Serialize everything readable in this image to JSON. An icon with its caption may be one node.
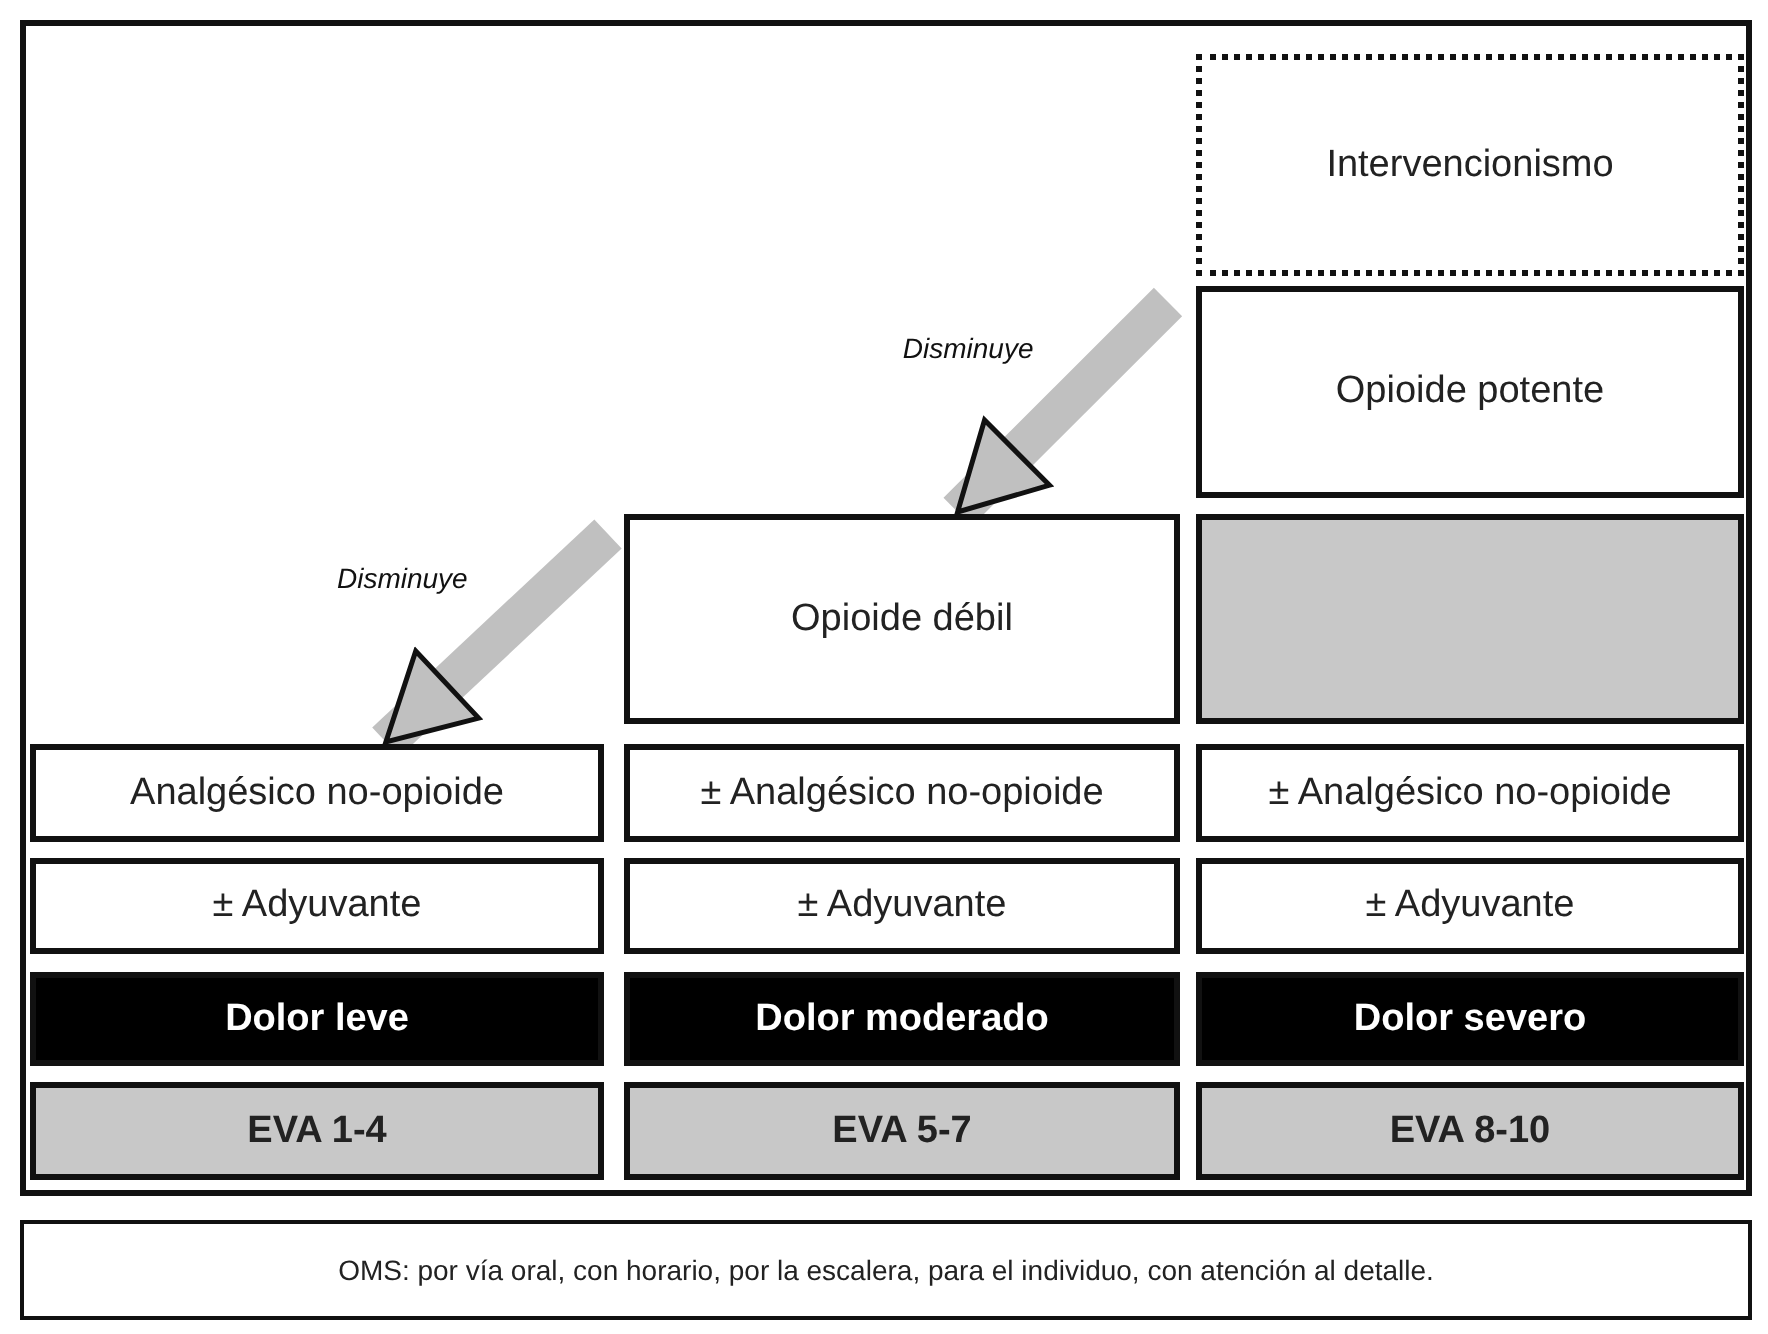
{
  "diagram": {
    "nodes": [
      {
        "text": [
          "Intervencionismo"
        ]
      },
      {
        "text": [
          "Opioide potente"
        ]
      },
      {
        "text": [
          "Opioide débil"
        ]
      },
      {
        "text": [],
        "shape": "box"
      },
      {
        "text": [
          "Analgésico no-opioide"
        ]
      },
      {
        "text": [
          "± Analgésico no-opioide"
        ]
      },
      {
        "text": [
          "± Analgésico no-opioide"
        ]
      },
      {
        "text": [
          "± Adyuvante"
        ]
      },
      {
        "text": [
          "± Adyuvante"
        ]
      },
      {
        "text": [
          "± Adyuvante"
        ]
      },
      {
        "text": [
          "Dolor leve"
        ]
      },
      {
        "text": [
          "Dolor moderado"
        ]
      },
      {
        "text": [
          "Dolor severo"
        ]
      },
      {
        "text": [
          "EVA 1-4"
        ]
      },
      {
        "text": [
          "EVA 5-7"
        ]
      },
      {
        "text": [
          "EVA 8-10"
        ]
      },
      {
        "text": [
          "OMS: por vía oral, con horario, por la escalera, para el individuo, con atención al detalle."
        ]
      }
    ],
    "edges": [
      {
        "from": 1,
        "to": 2,
        "arrow": "to",
        "label": "Disminuye"
      },
      {
        "from": 2,
        "to": 4,
        "arrow": "to",
        "label": "Disminuye"
      }
    ]
  }
}
